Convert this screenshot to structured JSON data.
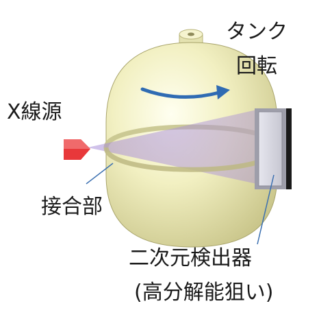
{
  "labels": {
    "x_ray_source": "X線源",
    "tank_rotation_1": "タンク",
    "tank_rotation_2": "回転",
    "joint": "接合部",
    "detector_1": "二次元検出器",
    "detector_2": "(高分解能狙い)"
  },
  "colors": {
    "tank_body": "#f2f0c2",
    "tank_shadow": "#c9c58a",
    "ring": "#c7c48e",
    "beam": "#a98fd8",
    "source": "#e8383a",
    "rotation_arrow": "#2f6bb3",
    "detector_frame": "#1a1a1a",
    "detector_panel": "#d9d9e3",
    "leader_line": "#3a6fb0"
  }
}
